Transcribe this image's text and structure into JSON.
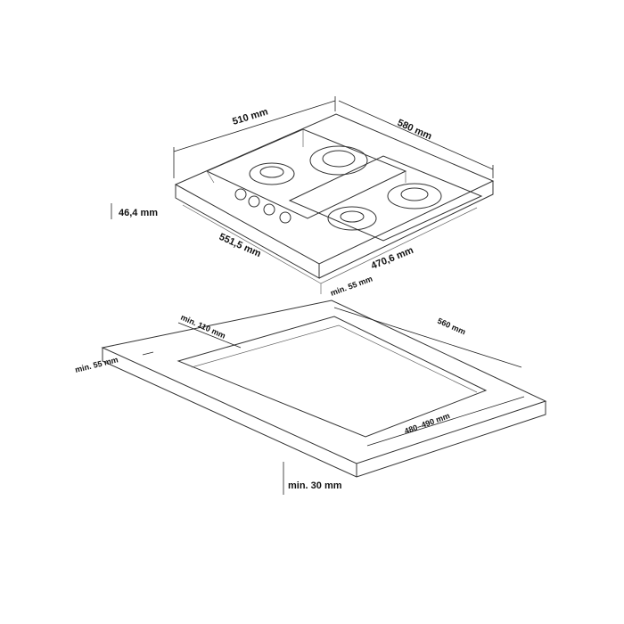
{
  "hob": {
    "width": "510 mm",
    "depth": "580 mm",
    "height": "46,4 mm",
    "inner_width": "551,5 mm",
    "inner_depth": "470,6 mm",
    "rear_clearance": "min. 55 mm"
  },
  "cutout": {
    "wall_clearance": "min. 110 mm",
    "length": "560 mm",
    "front_clearance": "min. 55 mm",
    "width": "480–490 mm",
    "worktop_thickness": "min. 30 mm"
  },
  "colors": {
    "line": "#333333",
    "text": "#111111"
  }
}
